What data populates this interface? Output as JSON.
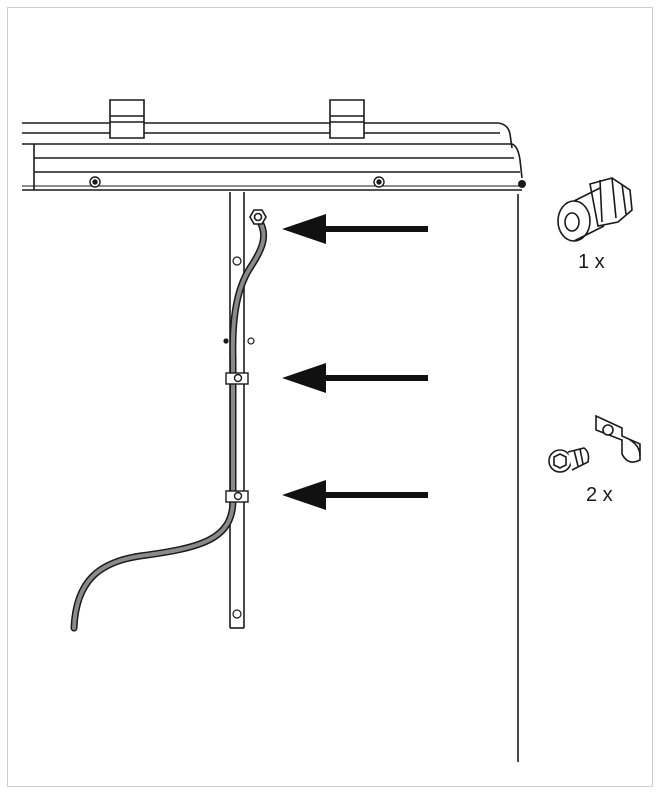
{
  "parts": {
    "cable_gland": {
      "quantity_label": "1 x",
      "icon": "cable-gland-icon"
    },
    "clamp_and_screw": {
      "quantity_label": "2 x",
      "icon": "cable-clamp-and-screw-icon"
    }
  },
  "callouts": {
    "arrow_count": 3,
    "color": "#111111"
  },
  "colors": {
    "line": "#1a1a1a",
    "cable": "#555555",
    "frame": "#cfcfcf"
  }
}
